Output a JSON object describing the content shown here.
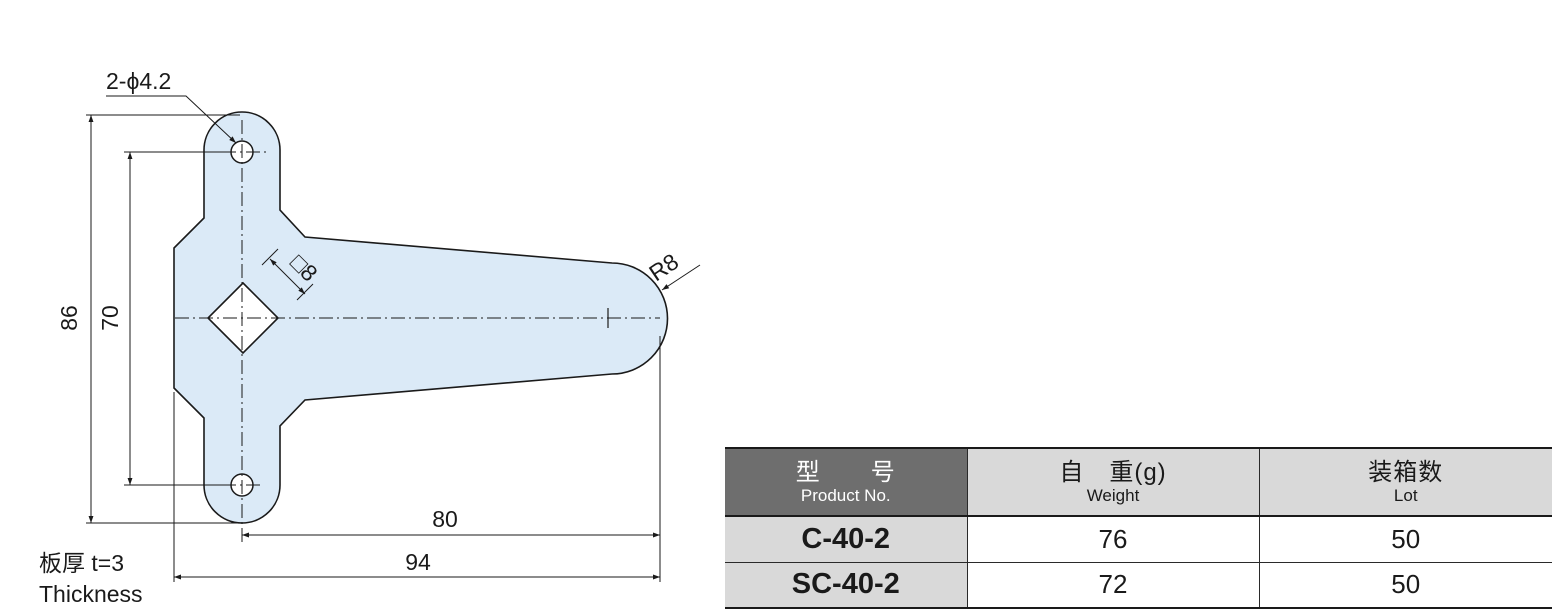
{
  "drawing": {
    "hole_callout": "2-ϕ4.2",
    "square_label": "□8",
    "radius_label": "R8",
    "dim_overall_height": "86",
    "dim_hole_pitch": "70",
    "dim_hole_to_end": "80",
    "dim_overall_width": "94",
    "part_fill": "#dbeaf7"
  },
  "note": {
    "thickness_jp": "板厚 t=3",
    "thickness_en": "Thickness"
  },
  "table": {
    "headers": [
      {
        "main": "型　　号",
        "sub": "Product No."
      },
      {
        "main": "自　重(g)",
        "sub": "Weight"
      },
      {
        "main": "装箱数",
        "sub": "Lot"
      }
    ],
    "rows": [
      {
        "model": "C-40-2",
        "weight": "76",
        "lot": "50"
      },
      {
        "model": "SC-40-2",
        "weight": "72",
        "lot": "50"
      }
    ],
    "header_dark_color": "#6e6e6e",
    "header_light_color": "#d9d9d9"
  }
}
